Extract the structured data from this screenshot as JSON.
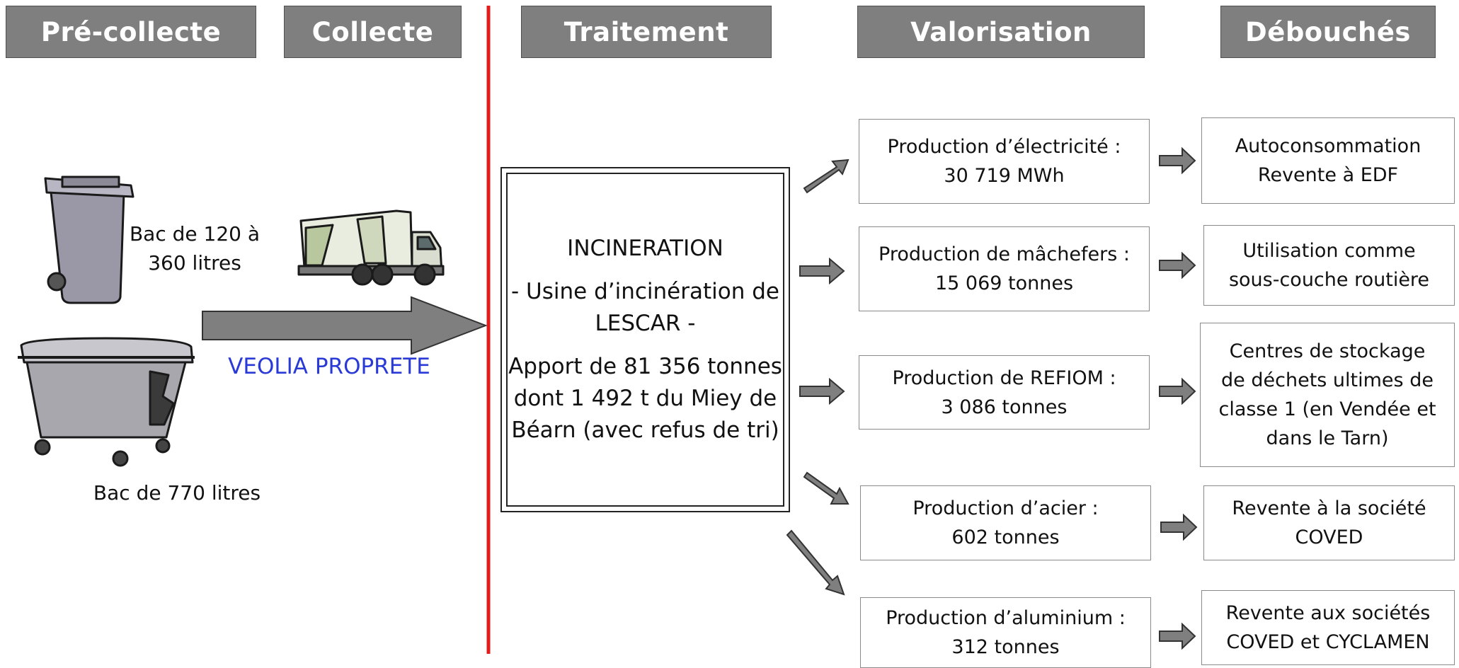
{
  "headers": {
    "precollecte": "Pré-collecte",
    "collecte": "Collecte",
    "traitement": "Traitement",
    "valorisation": "Valorisation",
    "debouches": "Débouchés"
  },
  "precollecte": {
    "bin_small_label": [
      "Bac de 120 à",
      "360 litres"
    ],
    "bin_large_label": "Bac de 770 litres"
  },
  "collecte": {
    "operator": "VEOLIA PROPRETE"
  },
  "traitement": {
    "title": "INCINERATION",
    "plant": [
      "- Usine d’incinération de",
      "LESCAR -"
    ],
    "apport": [
      "Apport de 81 356 tonnes",
      "dont 1 492 t du Miey de",
      "Béarn (avec refus de tri)"
    ]
  },
  "valorisation": [
    {
      "label": "Production d’électricité :",
      "value": "30 719  MWh"
    },
    {
      "label": "Production de mâchefers :",
      "value": "15 069 tonnes"
    },
    {
      "label": "Production de REFIOM  :",
      "value": "3 086 tonnes"
    },
    {
      "label": "Production d’acier :",
      "value": "602 tonnes"
    },
    {
      "label": "Production d’aluminium :",
      "value": "312 tonnes"
    }
  ],
  "debouches": [
    [
      "Autoconsommation",
      "Revente à EDF"
    ],
    [
      "Utilisation comme",
      "sous-couche routière"
    ],
    [
      "Centres de stockage",
      "de déchets ultimes de",
      "classe 1 (en Vendée et",
      "dans le Tarn)"
    ],
    [
      "Revente à la société",
      "COVED"
    ],
    [
      "Revente aux sociétés",
      "COVED et CYCLAMEN"
    ]
  ],
  "colors": {
    "header_bg": "#7f7f7f",
    "divider": "#e31b1b",
    "operator_text": "#2a3ad6",
    "arrow_fill": "#7f7f7f"
  }
}
